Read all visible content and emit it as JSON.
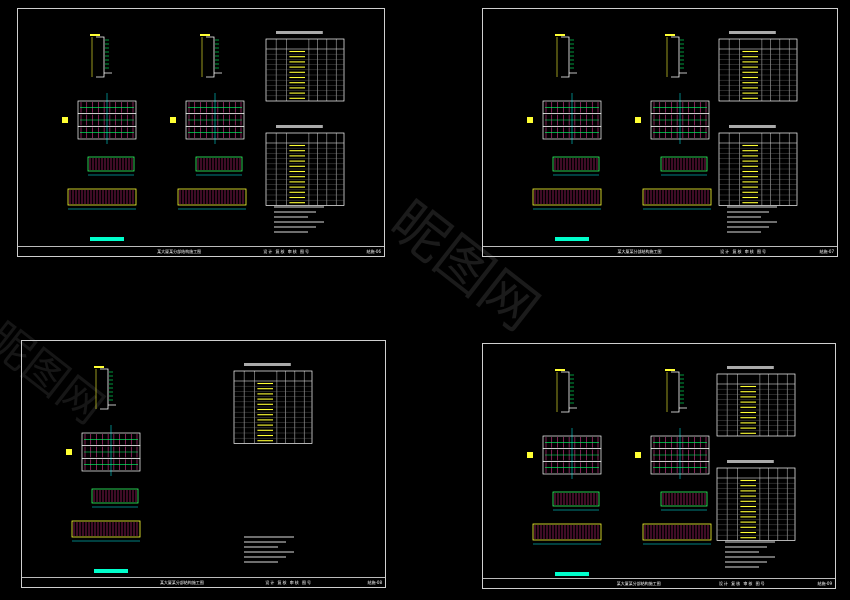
{
  "sheets": [
    {
      "project": "某大厦某分部结构施工图",
      "cols": "设计  复核  审核  图号",
      "code": "结施-06",
      "variant": "double"
    },
    {
      "project": "某大厦某分部结构施工图",
      "cols": "设计  复核  审核  图号",
      "code": "结施-07",
      "variant": "double"
    },
    {
      "project": "某大厦某分部结构施工图",
      "cols": "设计  复核  审核  图号",
      "code": "结施-08",
      "variant": "single"
    },
    {
      "project": "某大厦某分部结构施工图",
      "cols": "设计  复核  审核  图号",
      "code": "结施-09",
      "variant": "double"
    }
  ],
  "watermark": "昵图网"
}
